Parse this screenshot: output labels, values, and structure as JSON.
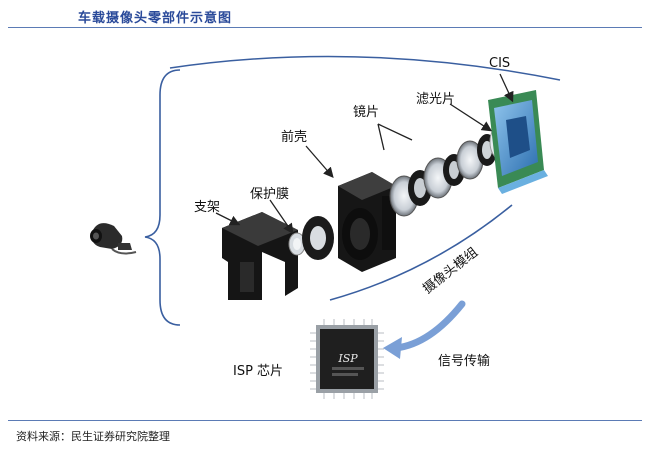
{
  "header": {
    "title": "车载摄像头零部件示意图"
  },
  "labels": {
    "cis": "CIS",
    "filter": "滤光片",
    "lens": "镜片",
    "front_shell": "前壳",
    "bracket": "支架",
    "protective_film": "保护膜",
    "camera_module": "摄像头模组",
    "signal_transmission": "信号传输",
    "isp_chip": "ISP 芯片",
    "chip_marking": "ISP"
  },
  "footer": {
    "source": "资料来源：民生证券研究院整理"
  },
  "colors": {
    "title": "#2a4a9a",
    "rule": "#5b7bb5",
    "bracket_line": "#3a5fa0",
    "flow_arrow": "#7a9fd6",
    "cis_blue": "#2c7fc0",
    "cis_board": "#3a8a55"
  }
}
